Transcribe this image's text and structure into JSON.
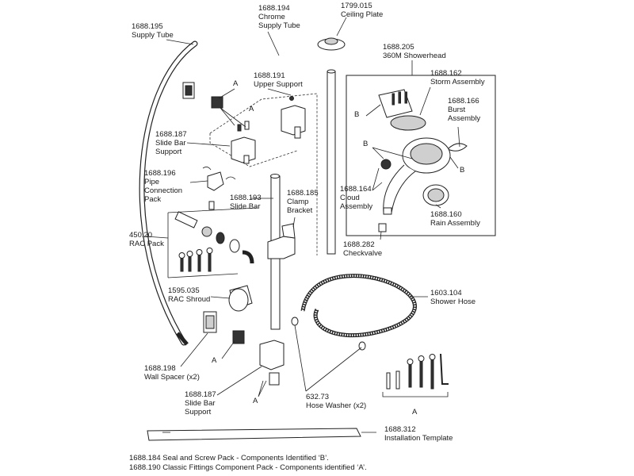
{
  "parts": {
    "supply_tube": {
      "num": "1688.195",
      "name": "Supply Tube"
    },
    "chrome_supply_tube": {
      "num": "1688.194",
      "name": "Chrome",
      "name2": "Supply Tube"
    },
    "ceiling_plate": {
      "num": "1799.015",
      "name": "Ceiling Plate"
    },
    "showerhead": {
      "num": "1688.205",
      "name": "360M Showerhead"
    },
    "upper_support": {
      "num": "1688.191",
      "name": "Upper Support"
    },
    "storm": {
      "num": "1688.162",
      "name": "Storm Assembly"
    },
    "burst": {
      "num": "1688.166",
      "name": "Burst",
      "name2": "Assembly"
    },
    "slide_support_top": {
      "num": "1688.187",
      "name": "Slide Bar",
      "name2": "Support"
    },
    "pipe_connection": {
      "num": "1688.196",
      "name": "Pipe",
      "name2": "Connection",
      "name3": "Pack"
    },
    "slide_bar": {
      "num": "1688.193",
      "name": "Slide Bar"
    },
    "clamp_bracket": {
      "num": "1688.185",
      "name": "Clamp",
      "name2": "Bracket"
    },
    "cloud": {
      "num": "1688.164",
      "name": "Cloud",
      "name2": "Assembly"
    },
    "rain": {
      "num": "1688.160",
      "name": "Rain Assembly"
    },
    "rac_pack": {
      "num": "450.20",
      "name": "RAC Pack"
    },
    "checkvalve": {
      "num": "1688.282",
      "name": "Checkvalve"
    },
    "rac_shroud": {
      "num": "1595.035",
      "name": "RAC Shroud"
    },
    "shower_hose": {
      "num": "1603.104",
      "name": "Shower Hose"
    },
    "wall_spacer": {
      "num": "1688.198",
      "name": "Wall Spacer (x2)"
    },
    "slide_support_bottom": {
      "num": "1688.187",
      "name": "Slide Bar",
      "name2": "Support"
    },
    "hose_washer": {
      "num": "632.73",
      "name": "Hose Washer (x2)"
    },
    "template": {
      "num": "1688.312",
      "name": "Installation Template"
    }
  },
  "callouts": {
    "a": "A",
    "b": "B"
  },
  "footer": {
    "line1": "1688.184 Seal and Screw  Pack -  Components Identified ‘B’.",
    "line2": "1688.190 Classic Fittings Component Pack - Components identified ‘A’."
  }
}
